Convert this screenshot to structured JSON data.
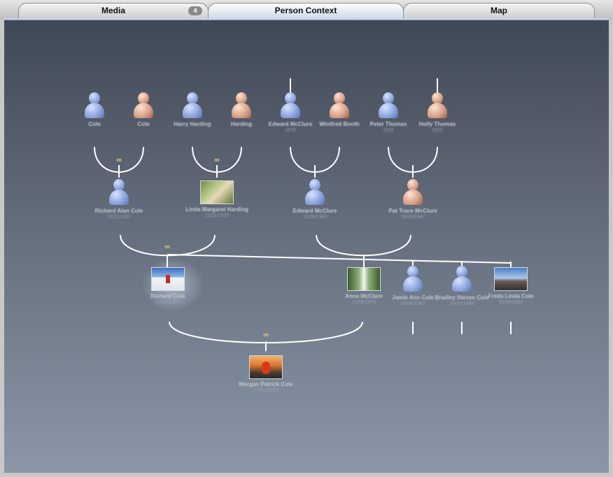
{
  "tabs": [
    {
      "label": "Media",
      "badge": "4"
    },
    {
      "label": "Person Context"
    },
    {
      "label": "Map"
    }
  ],
  "people": [
    {
      "id": "p1",
      "name": "Cole",
      "date": "",
      "gender": "male"
    },
    {
      "id": "p2",
      "name": "Cole",
      "date": "",
      "gender": "female"
    },
    {
      "id": "p3",
      "name": "Harry Harding",
      "date": "",
      "gender": "male"
    },
    {
      "id": "p4",
      "name": "Harding",
      "date": "",
      "gender": "female"
    },
    {
      "id": "p5",
      "name": "Edward McClure",
      "date": "1870",
      "gender": "male"
    },
    {
      "id": "p6",
      "name": "Winifred Booth",
      "date": "",
      "gender": "female"
    },
    {
      "id": "p7",
      "name": "Peter Thomas",
      "date": "1915",
      "gender": "male"
    },
    {
      "id": "p8",
      "name": "Holly Thomas",
      "date": "1922",
      "gender": "female"
    },
    {
      "id": "p9",
      "name": "Richard Alan Cole",
      "date": "23/11/1931",
      "gender": "male"
    },
    {
      "id": "p10",
      "name": "Linda Margaret Harding",
      "date": "21/11/1935",
      "gender": "female",
      "photo": "woman-portrait"
    },
    {
      "id": "p11",
      "name": "Edward McClure",
      "date": "11/06/1943",
      "gender": "male"
    },
    {
      "id": "p12",
      "name": "Pat Trace McClure",
      "date": "19/05/1947",
      "gender": "female"
    },
    {
      "id": "p13",
      "name": "Richard Cole",
      "date": "12/12/1958",
      "gender": "male",
      "photo": "skier-snow"
    },
    {
      "id": "p14",
      "name": "Anna McClure",
      "date": "12/06/1959",
      "gender": "female",
      "photo": "waterfall-woman"
    },
    {
      "id": "p15",
      "name": "Jamie Ann Cole",
      "date": "03/06/1983",
      "gender": "male"
    },
    {
      "id": "p16",
      "name": "Bradley Steven Cole",
      "date": "10/10/1989",
      "gender": "male"
    },
    {
      "id": "p17",
      "name": "Freda Linda Cole",
      "date": "28/09/1993",
      "gender": "female",
      "photo": "group-outdoors"
    },
    {
      "id": "p18",
      "name": "Morgan Patrick Cole",
      "date": "27/01/2003",
      "gender": "male",
      "photo": "child-orange-jacket"
    }
  ],
  "marriage_icon": "wedding-rings-icon",
  "colors": {
    "male": "#8ea6df",
    "female": "#d8a28a",
    "ring": "#e8c08a",
    "line": "#ffffff"
  }
}
